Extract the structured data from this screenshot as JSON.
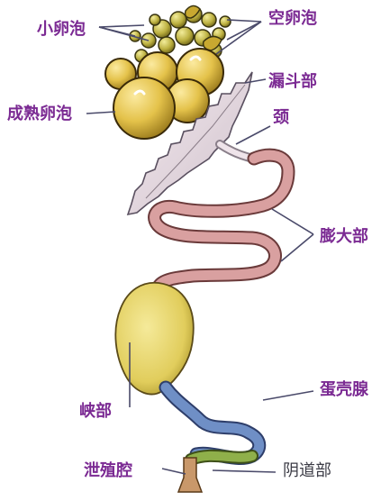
{
  "labels": {
    "small_follicle": "小卵泡",
    "empty_follicle": "空卵泡",
    "infundibulum": "漏斗部",
    "mature_follicle": "成熟卵泡",
    "neck": "颈",
    "magnum": "膨大部",
    "isthmus": "峡部",
    "shell_gland": "蛋壳腺",
    "cloaca": "泄殖腔",
    "vagina": "阴道部"
  },
  "colors": {
    "label_purple": "#7b2a93",
    "label_gray": "#3c3c46",
    "leader_line": "#4a4a6a",
    "follicle_yellow": "#e4c24a",
    "magnum_pink": "#d9a0a0",
    "isthmus_yellow": "#e8d76a",
    "shell_gland_blue": "#6f8fc6",
    "vagina_green": "#8fb04a",
    "cloaca_tan": "#c9986a"
  }
}
